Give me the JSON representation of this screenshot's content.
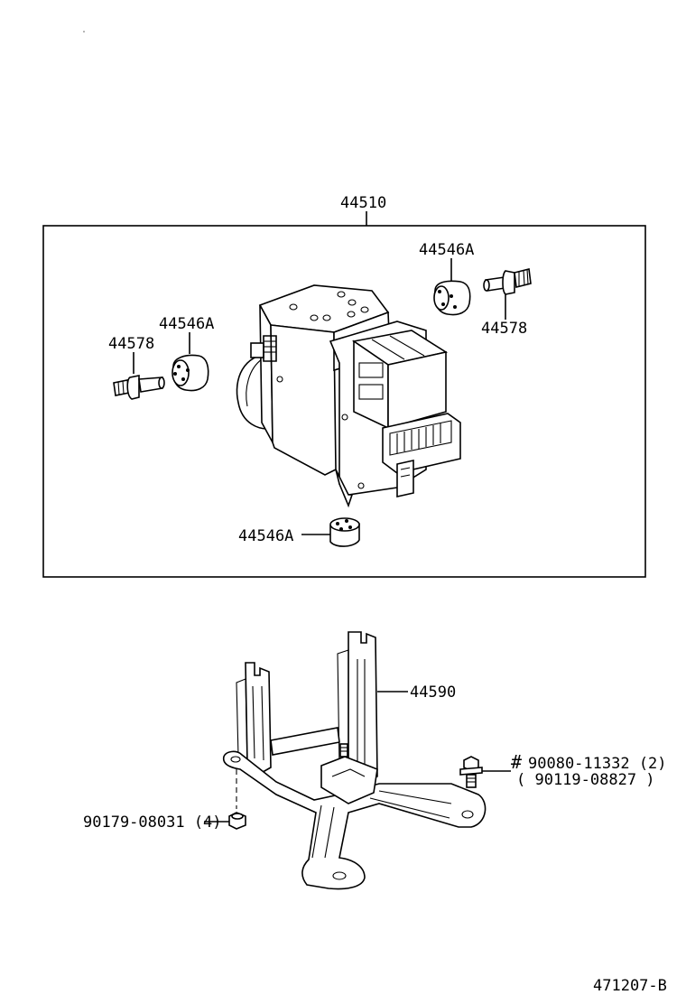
{
  "labels": {
    "actuator_assembly": "44510",
    "cushion_upper_right": "44546A",
    "cushion_upper_left": "44546A",
    "cushion_lower": "44546A",
    "bolt_left": "44578",
    "bolt_right": "44578",
    "bracket": "44590",
    "nut": "90179-08031 (4)",
    "bolt_hash": "#",
    "bolt_primary": "90080-11332 (2)",
    "bolt_alternate": "( 90119-08827 )",
    "drawing_number": "471207-B"
  }
}
